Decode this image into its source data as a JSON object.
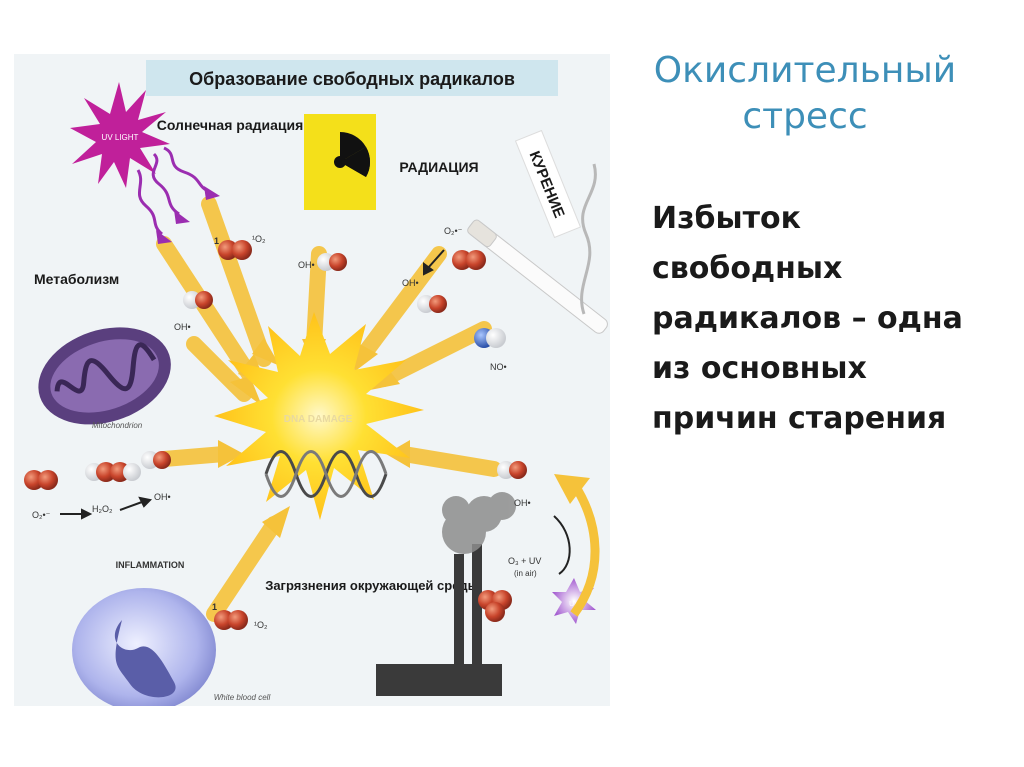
{
  "slide": {
    "title": "Окислительный стресс",
    "body": "Избыток свободных радикалов – одна из основных причин старения"
  },
  "diagram": {
    "header": "Образование свободных радикалов",
    "uv_burst": "UV LIGHT",
    "solar": "Солнечная радиация",
    "radiation": "РАДИАЦИЯ",
    "smoking": "КУРЕНИЕ",
    "metabolism": "Метаболизм",
    "mitochondrion": "Mitochondrion",
    "dna_damage": "DNA DAMAGE",
    "inflammation": "INFLAMMATION",
    "white_blood_cell": "White blood cell",
    "pollution": "Загрязнения окружающей среды",
    "molecules": {
      "num1": "1",
      "o2_singlet": "¹O₂",
      "oh": "OH•",
      "superoxide": "O₂•⁻",
      "h2o2": "H₂O₂",
      "no": "NO•",
      "o3_uv": "O₃ + UV",
      "in_air": "(in air)",
      "uv_small": "UV"
    }
  },
  "colors": {
    "title": "#3d8fb8",
    "body_text": "#1a1a1a",
    "burst": "#ffd21f",
    "arrow": "#f5c23a",
    "header_band": "#cfe6ee",
    "uv_star": "#c0209a",
    "mitochondrion": "#5a3f7e",
    "blood_cell": "#8f94d6",
    "molecule_red": "#c8442b"
  }
}
